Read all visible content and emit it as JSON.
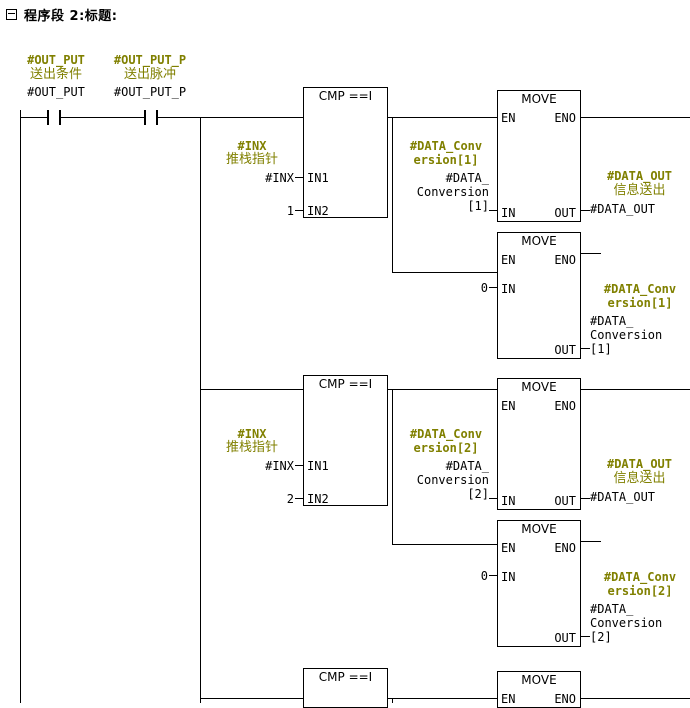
{
  "network": {
    "collapse_icon": "collapse-box-icon",
    "title": "程序段 2:标题:"
  },
  "rail": {
    "contacts": [
      {
        "symbol": "#OUT_PUT",
        "comment": "送出条件",
        "address": "#OUT_PUT",
        "type": "normally-open-contact"
      },
      {
        "symbol": "#OUT_PUT_P",
        "comment": "送出脉冲",
        "address": "#OUT_PUT_P",
        "type": "normally-open-contact"
      }
    ]
  },
  "rungs": [
    {
      "cmp": {
        "title": "CMP ==I",
        "in1_pin": "IN1",
        "in2_pin": "IN2",
        "in1_symbol": "#INX",
        "in1_comment": "推栈指针",
        "in1_address": "#INX",
        "in2_value": "1"
      },
      "move_a": {
        "title": "MOVE",
        "en_pin": "EN",
        "eno_pin": "ENO",
        "in_pin": "IN",
        "out_pin": "OUT",
        "in_symbol": "#DATA_Conv\nersion[1]",
        "in_address": "#DATA_\nConversion\n[1]",
        "out_symbol": "#DATA_OUT",
        "out_comment": "信息送出",
        "out_address": "#DATA_OUT"
      },
      "move_b": {
        "title": "MOVE",
        "en_pin": "EN",
        "eno_pin": "ENO",
        "in_pin": "IN",
        "out_pin": "OUT",
        "in_value": "0",
        "out_symbol": "#DATA_Conv\nersion[1]",
        "out_address": "#DATA_\nConversion\n[1]"
      }
    },
    {
      "cmp": {
        "title": "CMP ==I",
        "in1_pin": "IN1",
        "in2_pin": "IN2",
        "in1_symbol": "#INX",
        "in1_comment": "推栈指针",
        "in1_address": "#INX",
        "in2_value": "2"
      },
      "move_a": {
        "title": "MOVE",
        "en_pin": "EN",
        "eno_pin": "ENO",
        "in_pin": "IN",
        "out_pin": "OUT",
        "in_symbol": "#DATA_Conv\nersion[2]",
        "in_address": "#DATA_\nConversion\n[2]",
        "out_symbol": "#DATA_OUT",
        "out_comment": "信息送出",
        "out_address": "#DATA_OUT"
      },
      "move_b": {
        "title": "MOVE",
        "en_pin": "EN",
        "eno_pin": "ENO",
        "in_pin": "IN",
        "out_pin": "OUT",
        "in_value": "0",
        "out_symbol": "#DATA_Conv\nersion[2]",
        "out_address": "#DATA_\nConversion\n[2]"
      }
    },
    {
      "cmp": {
        "title": "CMP ==I"
      },
      "move_a": {
        "title": "MOVE",
        "en_pin": "EN",
        "eno_pin": "ENO"
      }
    }
  ],
  "colors": {
    "symbol": "#808000",
    "comment": "#808000",
    "wire": "#000000",
    "background": "#ffffff"
  }
}
